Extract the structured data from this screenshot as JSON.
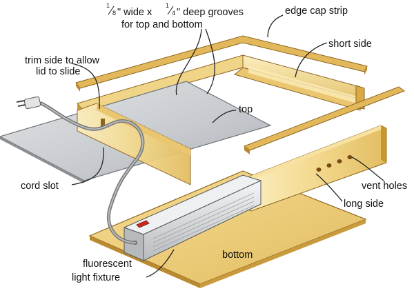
{
  "labels": {
    "grooves": {
      "frac1_num": "1",
      "frac1_den": "8",
      "line1_mid": "\" wide x ",
      "frac2_num": "1",
      "frac2_den": "4",
      "line1_end": "\" deep grooves",
      "line2": "for top and bottom"
    },
    "edge_cap_strip": "edge cap strip",
    "short_side": "short side",
    "trim_side_line1": "trim side to allow",
    "trim_side_line2": "lid to slide",
    "top": "top",
    "cord_slot": "cord slot",
    "vent_holes": "vent holes",
    "long_side": "long side",
    "bottom": "bottom",
    "fixture_line1": "fluorescent",
    "fixture_line2": "light fixture"
  },
  "colors": {
    "wood_light": "#f6e4a8",
    "wood_mid": "#e8c56a",
    "wood_dark": "#c9962e",
    "glass": "#c9ccd0",
    "metal": "#d8dadc",
    "switch": "#cc2a1e"
  }
}
